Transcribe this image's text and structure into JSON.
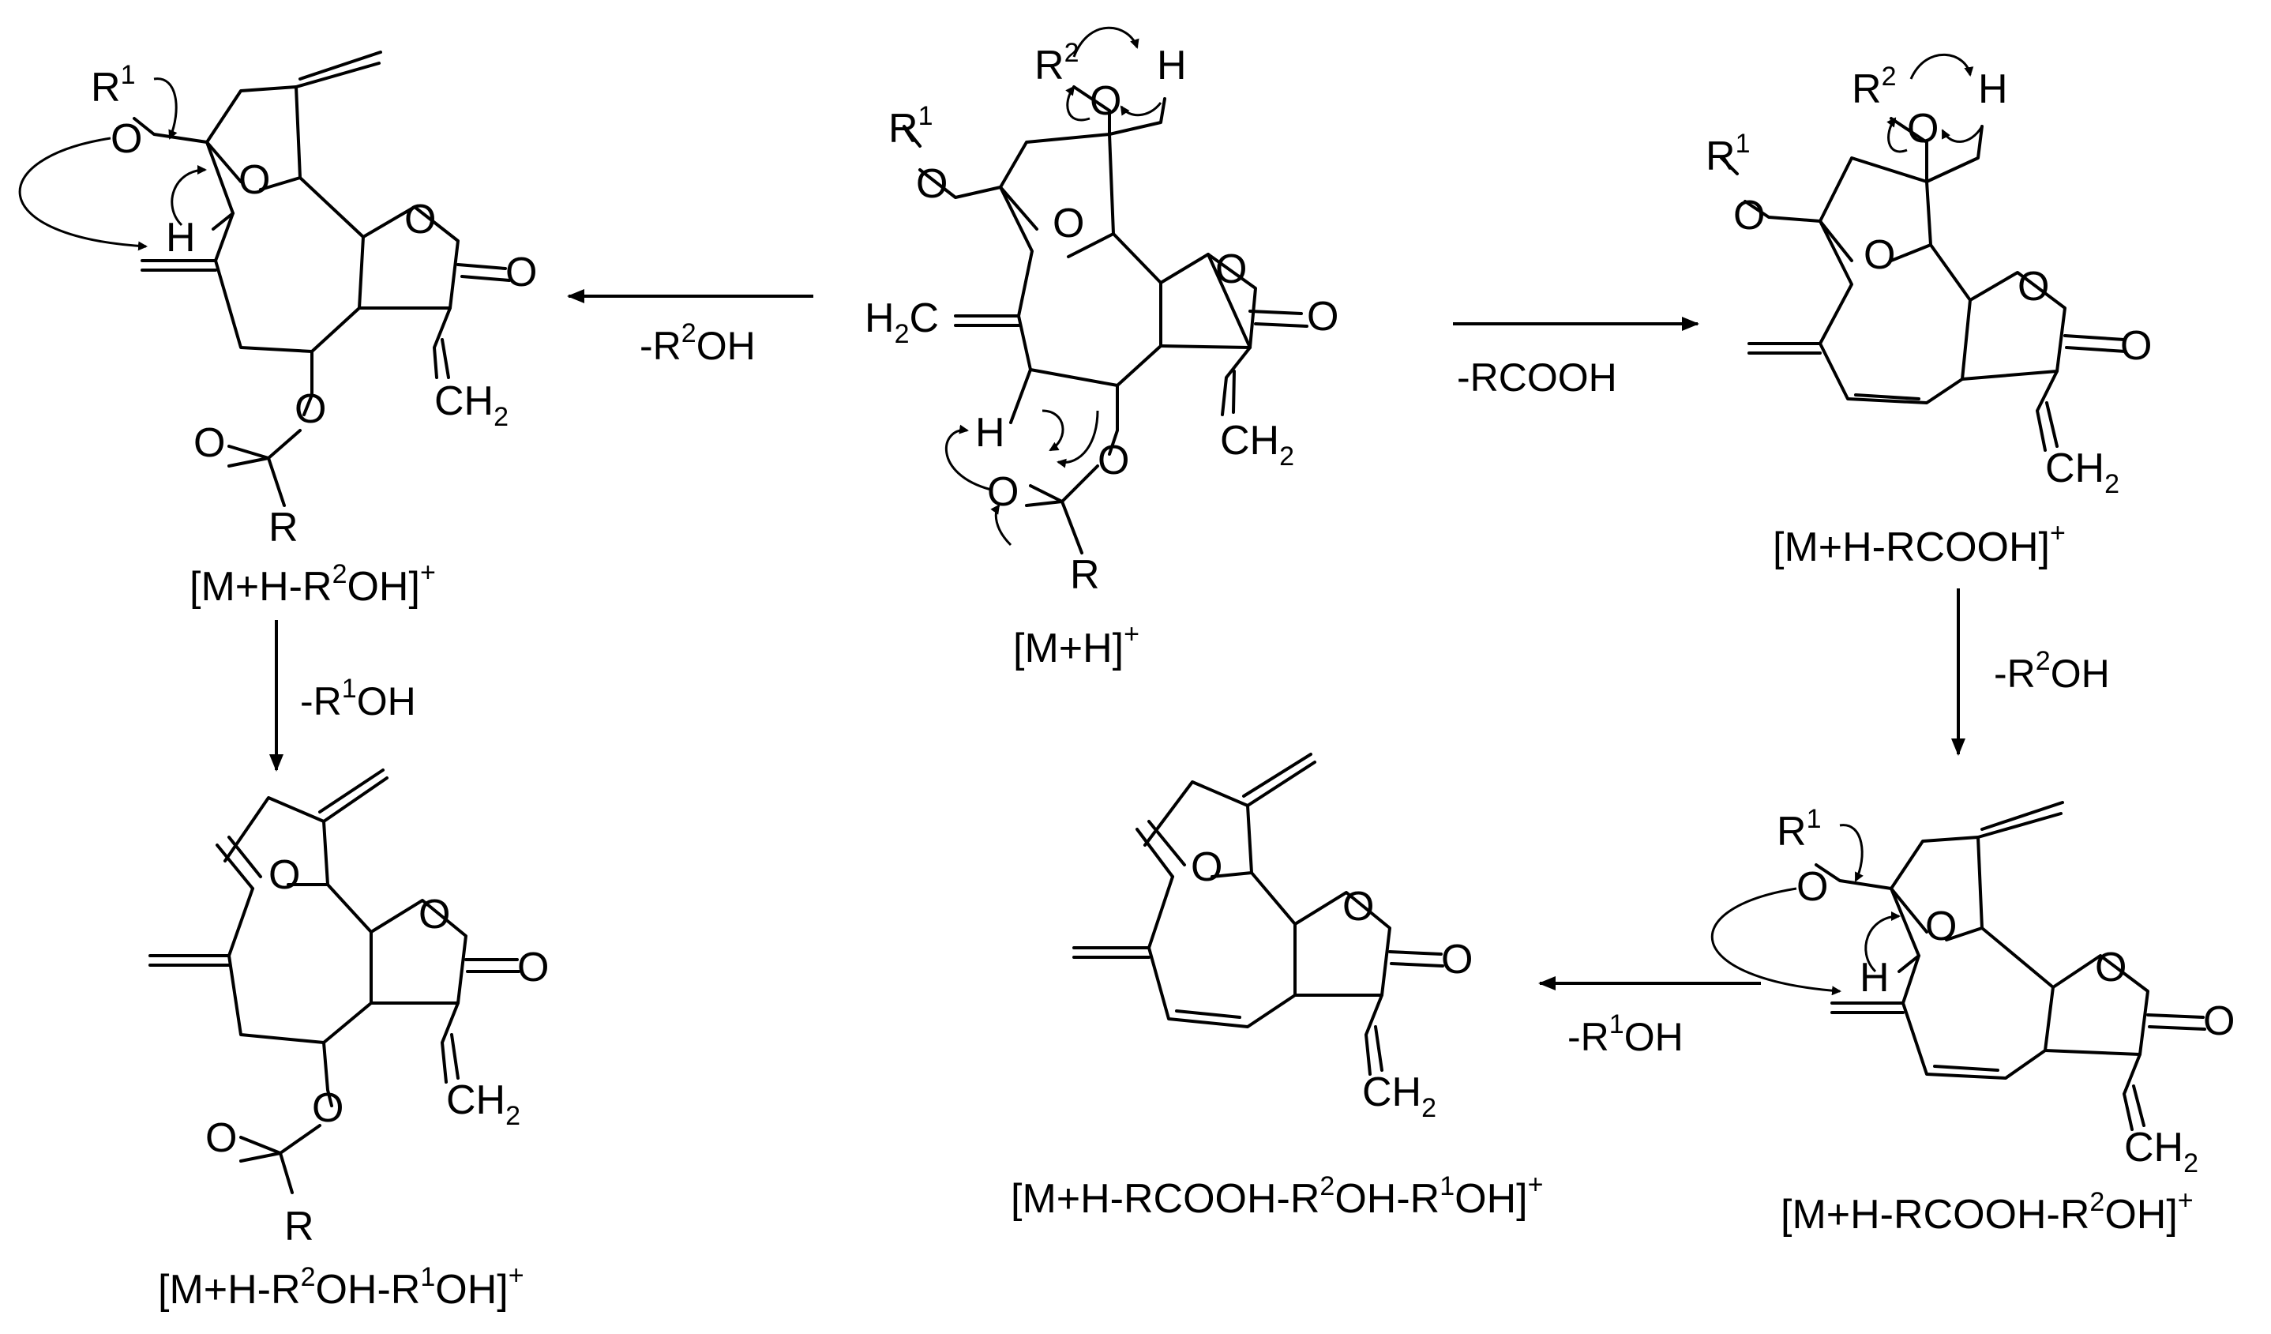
{
  "atoms": {
    "O": "O",
    "H": "H",
    "R": "R",
    "R1": "R",
    "R1_sup": "1",
    "R2": "R",
    "R2_sup": "2",
    "H2C": "H",
    "H2C_sub": "2",
    "H2C_c": "C",
    "CH2": "CH",
    "CH2_sub": "2"
  },
  "structures": {
    "s_center": {
      "label": "[M+H]",
      "charge": "+"
    },
    "s_left_top": {
      "label_parts": [
        "[M+H-R",
        "2",
        "OH]"
      ],
      "charge": "+"
    },
    "s_left_bottom": {
      "label_parts": [
        "[M+H-R",
        "2",
        "OH-R",
        "1",
        "OH]"
      ],
      "charge": "+"
    },
    "s_right_top": {
      "label": "[M+H-RCOOH]",
      "charge": "+"
    },
    "s_right_bottom": {
      "label_parts": [
        "[M+H-RCOOH-R",
        "2",
        "OH]"
      ],
      "charge": "+"
    },
    "s_mid_bottom": {
      "label_parts": [
        "[M+H-RCOOH-R",
        "2",
        "OH-R",
        "1",
        "OH]"
      ],
      "charge": "+"
    }
  },
  "reactions": {
    "center_to_left": {
      "parts": [
        "-R",
        "2",
        "OH"
      ]
    },
    "center_to_right": {
      "text": "-RCOOH"
    },
    "left_down": {
      "parts": [
        "-R",
        "1",
        "OH"
      ]
    },
    "right_down": {
      "parts": [
        "-R",
        "2",
        "OH"
      ]
    },
    "bottom_left": {
      "parts": [
        "-R",
        "1",
        "OH"
      ]
    }
  }
}
